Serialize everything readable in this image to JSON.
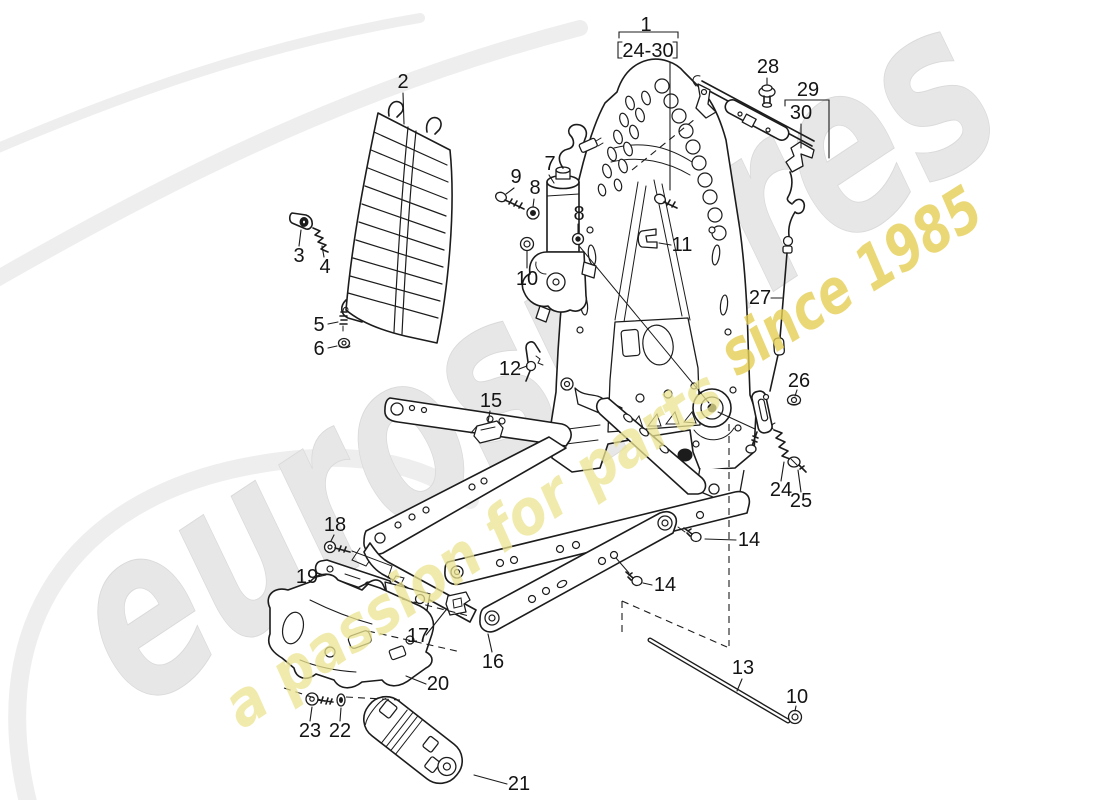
{
  "page": {
    "background_color": "#ffffff",
    "line_color": "#1c1c1c"
  },
  "watermark": {
    "brand": "eurospares",
    "tagline": "a passion for parts",
    "tagline2": "since 1985",
    "brand_color": "#e7e7e7",
    "tagline_color": "#ece591",
    "tagline2_color": "#e5cf55"
  },
  "callouts": {
    "c1": "1",
    "c24_30": "24-30",
    "c2": "2",
    "c3": "3",
    "c4": "4",
    "c5": "5",
    "c6": "6",
    "c7": "7",
    "c8a": "8",
    "c8b": "8",
    "c9": "9",
    "c10a": "10",
    "c10b": "10",
    "c11": "11",
    "c12": "12",
    "c13": "13",
    "c14a": "14",
    "c14b": "14",
    "c15": "15",
    "c16": "16",
    "c17": "17",
    "c18": "18",
    "c19": "19",
    "c20": "20",
    "c21": "21",
    "c22": "22",
    "c23": "23",
    "c24": "24",
    "c25": "25",
    "c26": "26",
    "c27": "27",
    "c28": "28",
    "c29": "29",
    "c30": "30"
  }
}
